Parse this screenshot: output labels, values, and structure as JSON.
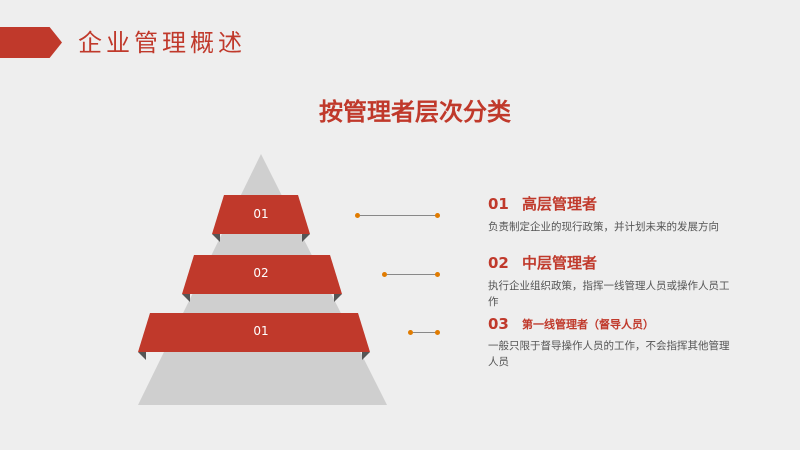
{
  "header": {
    "title": "企业管理概述"
  },
  "main_title": "按管理者层次分类",
  "pyramid": {
    "bands": [
      {
        "label": "01"
      },
      {
        "label": "02"
      },
      {
        "label": "01"
      }
    ]
  },
  "items": [
    {
      "number": "01",
      "title": "高层管理者",
      "desc": "负责制定企业的现行政策，并计划未来的发展方向"
    },
    {
      "number": "02",
      "title": "中层管理者",
      "desc": "执行企业组织政策，指挥一线管理人员或操作人员工作"
    },
    {
      "number": "03",
      "title": "第一线管理者（督导人员）",
      "desc": "一般只限于督导操作人员的工作，不会指挥其他管理人员"
    }
  ],
  "colors": {
    "accent": "#c0392b",
    "band_shadow": "#555555",
    "pyramid": "#cfcfcf",
    "connector_dot": "#e07b00"
  }
}
